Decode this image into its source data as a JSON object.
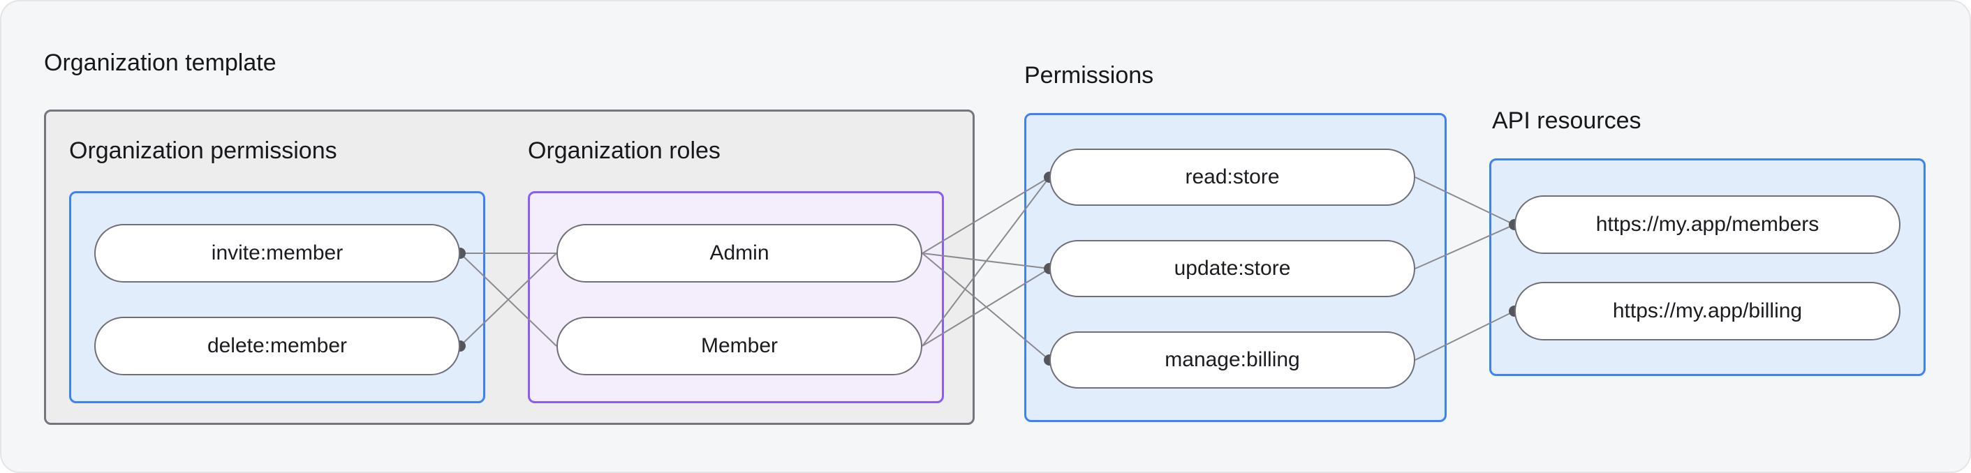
{
  "colors": {
    "page_bg": "#f5f6f7",
    "outer_box_fill": "#ededee",
    "outer_box_border": "#75757d",
    "blue_box_fill": "#e2edfb",
    "blue_box_border": "#3c82f6",
    "purple_box_fill": "#f3edfc",
    "purple_box_border": "#8b5cf6",
    "pill_fill": "#ffffff",
    "pill_border": "#6f6f78",
    "connector_line": "#8a8a90",
    "connector_dot": "#55555c",
    "text": "#17171c"
  },
  "diagram": {
    "org_template": {
      "label": "Organization template",
      "permissions_group": {
        "label": "Organization permissions",
        "nodes": [
          "invite:member",
          "delete:member"
        ]
      },
      "roles_group": {
        "label": "Organization roles",
        "nodes": [
          "Admin",
          "Member"
        ]
      }
    },
    "permissions_group": {
      "label": "Permissions",
      "nodes": [
        "read:store",
        "update:store",
        "manage:billing"
      ]
    },
    "api_group": {
      "label": "API resources",
      "nodes": [
        "https://my.app/members",
        "https://my.app/billing"
      ]
    },
    "edges": [
      {
        "from": "invite:member",
        "to": "Admin"
      },
      {
        "from": "invite:member",
        "to": "Member"
      },
      {
        "from": "delete:member",
        "to": "Admin"
      },
      {
        "from": "Admin",
        "to": "read:store"
      },
      {
        "from": "Admin",
        "to": "update:store"
      },
      {
        "from": "Admin",
        "to": "manage:billing"
      },
      {
        "from": "Member",
        "to": "read:store"
      },
      {
        "from": "Member",
        "to": "update:store"
      },
      {
        "from": "read:store",
        "to": "https://my.app/members"
      },
      {
        "from": "update:store",
        "to": "https://my.app/members"
      },
      {
        "from": "manage:billing",
        "to": "https://my.app/billing"
      }
    ]
  }
}
